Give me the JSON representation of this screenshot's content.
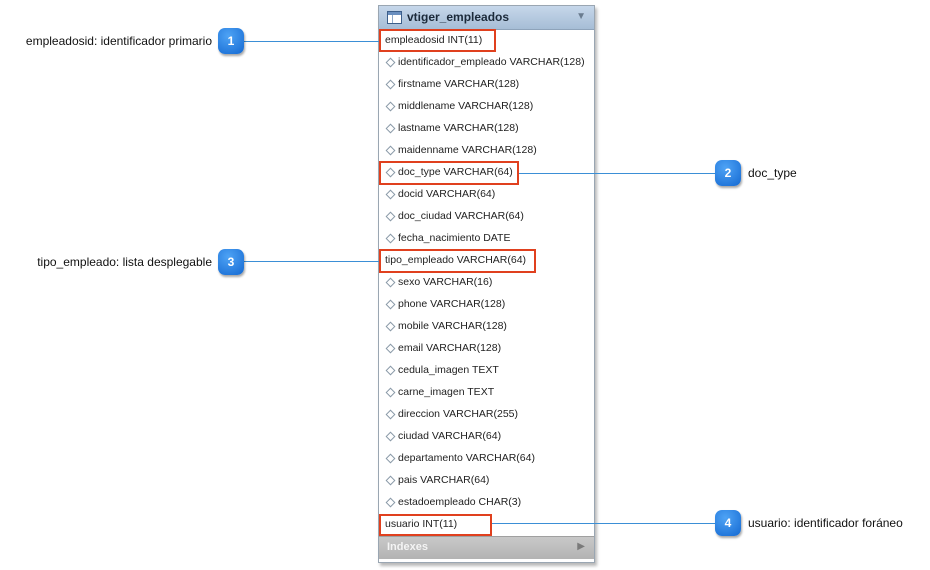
{
  "table": {
    "title": "vtiger_empleados",
    "indexes_label": "Indexes",
    "columns": [
      {
        "text": "empleadosid INT(11)",
        "key": true
      },
      {
        "text": "identificador_empleado VARCHAR(128)",
        "key": false
      },
      {
        "text": "firstname VARCHAR(128)",
        "key": false
      },
      {
        "text": "middlename VARCHAR(128)",
        "key": false
      },
      {
        "text": "lastname VARCHAR(128)",
        "key": false
      },
      {
        "text": "maidenname VARCHAR(128)",
        "key": false
      },
      {
        "text": "doc_type VARCHAR(64)",
        "key": false
      },
      {
        "text": "docid VARCHAR(64)",
        "key": false
      },
      {
        "text": "doc_ciudad VARCHAR(64)",
        "key": false
      },
      {
        "text": "fecha_nacimiento DATE",
        "key": false
      },
      {
        "text": "tipo_empleado VARCHAR(64)",
        "key": true
      },
      {
        "text": "sexo VARCHAR(16)",
        "key": false
      },
      {
        "text": "phone VARCHAR(128)",
        "key": false
      },
      {
        "text": "mobile VARCHAR(128)",
        "key": false
      },
      {
        "text": "email VARCHAR(128)",
        "key": false
      },
      {
        "text": "cedula_imagen TEXT",
        "key": false
      },
      {
        "text": "carne_imagen TEXT",
        "key": false
      },
      {
        "text": "direccion VARCHAR(255)",
        "key": false
      },
      {
        "text": "ciudad VARCHAR(64)",
        "key": false
      },
      {
        "text": "departamento VARCHAR(64)",
        "key": false
      },
      {
        "text": "pais VARCHAR(64)",
        "key": false
      },
      {
        "text": "estadoempleado CHAR(3)",
        "key": false
      },
      {
        "text": "usuario INT(11)",
        "key": true
      }
    ]
  },
  "callouts": [
    {
      "number": "1",
      "label": "empleadosid: identificador primario"
    },
    {
      "number": "2",
      "label": "doc_type"
    },
    {
      "number": "3",
      "label": "tipo_empleado: lista desplegable"
    },
    {
      "number": "4",
      "label": "usuario: identificador foráneo"
    }
  ],
  "colors": {
    "highlight": "#e0401e",
    "marker": "#1e7be0",
    "connector": "#3b8fd6",
    "header": "#b4c9e0"
  }
}
